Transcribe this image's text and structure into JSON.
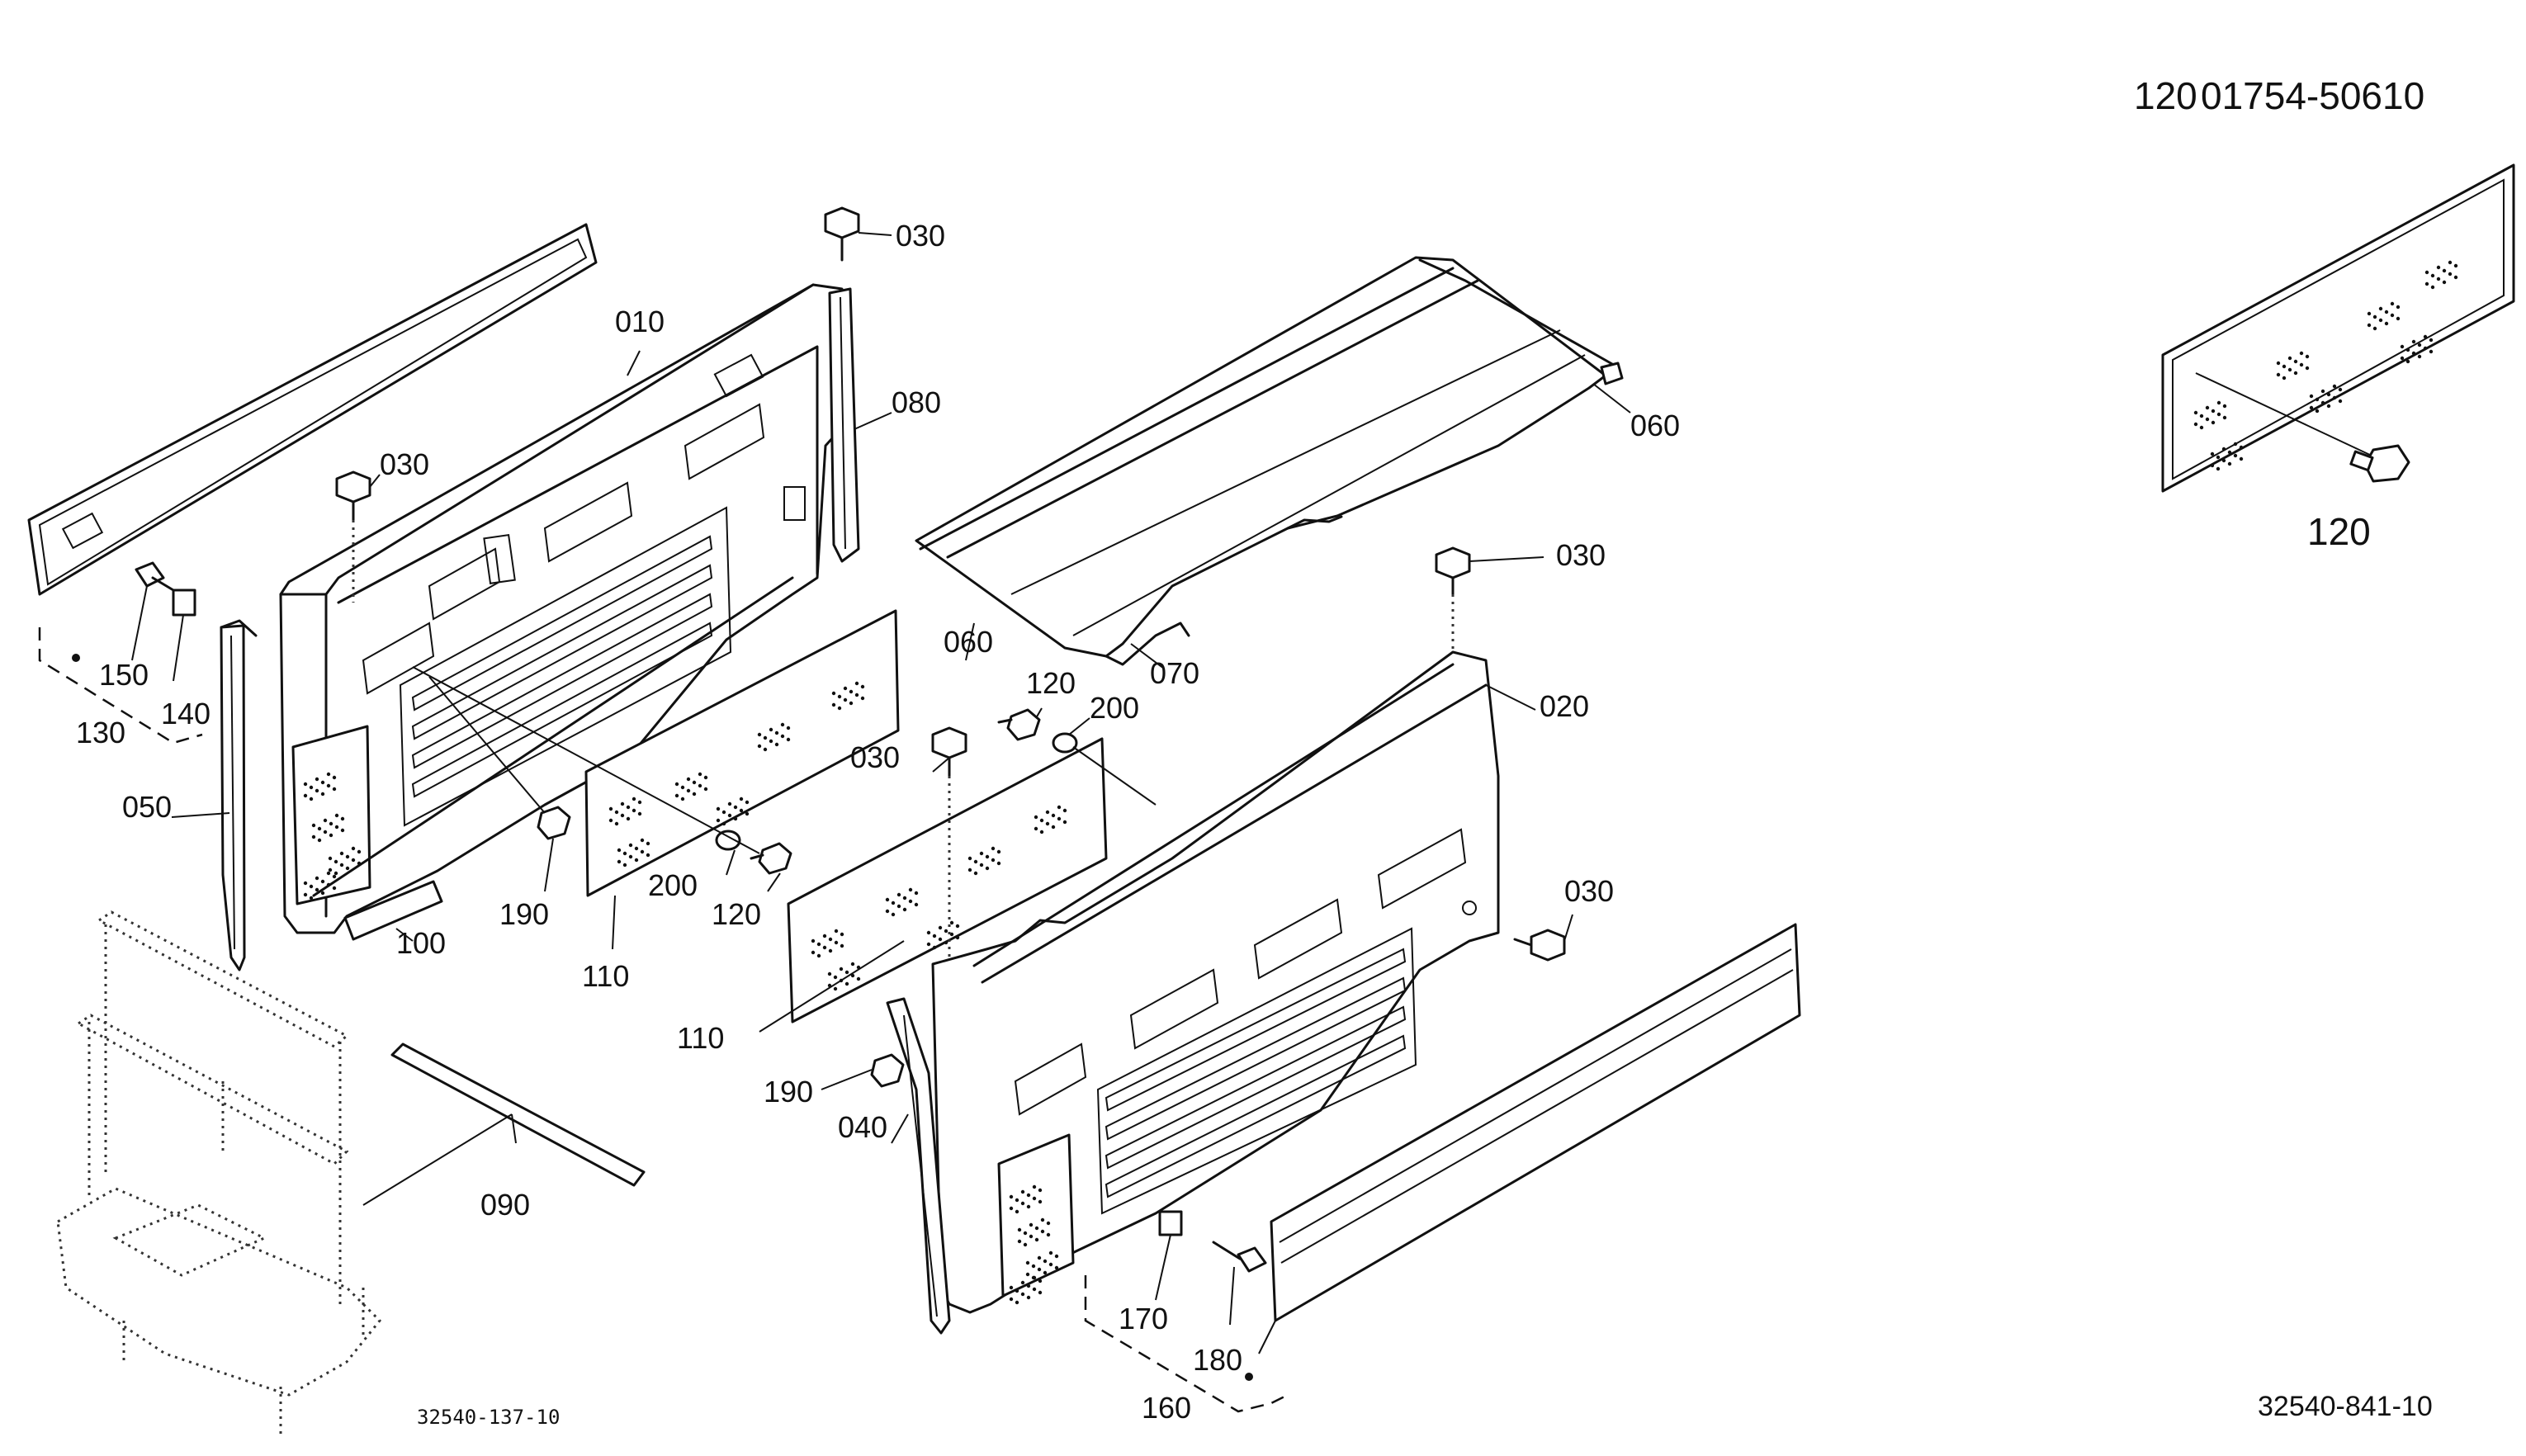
{
  "header": {
    "ref_number": "120",
    "ref_part": "01754-50610"
  },
  "figure_codes": {
    "main": "32540-841-10",
    "reference": "32540-137-10"
  },
  "callouts": {
    "c010": "010",
    "c020": "020",
    "c030": "030",
    "c040": "040",
    "c050": "050",
    "c060": "060",
    "c070": "070",
    "c080": "080",
    "c090": "090",
    "c100": "100",
    "c110": "110",
    "c120": "120",
    "c130": "130",
    "c140": "140",
    "c150": "150",
    "c160": "160",
    "c170": "170",
    "c180": "180",
    "c190": "190",
    "c200": "200"
  }
}
